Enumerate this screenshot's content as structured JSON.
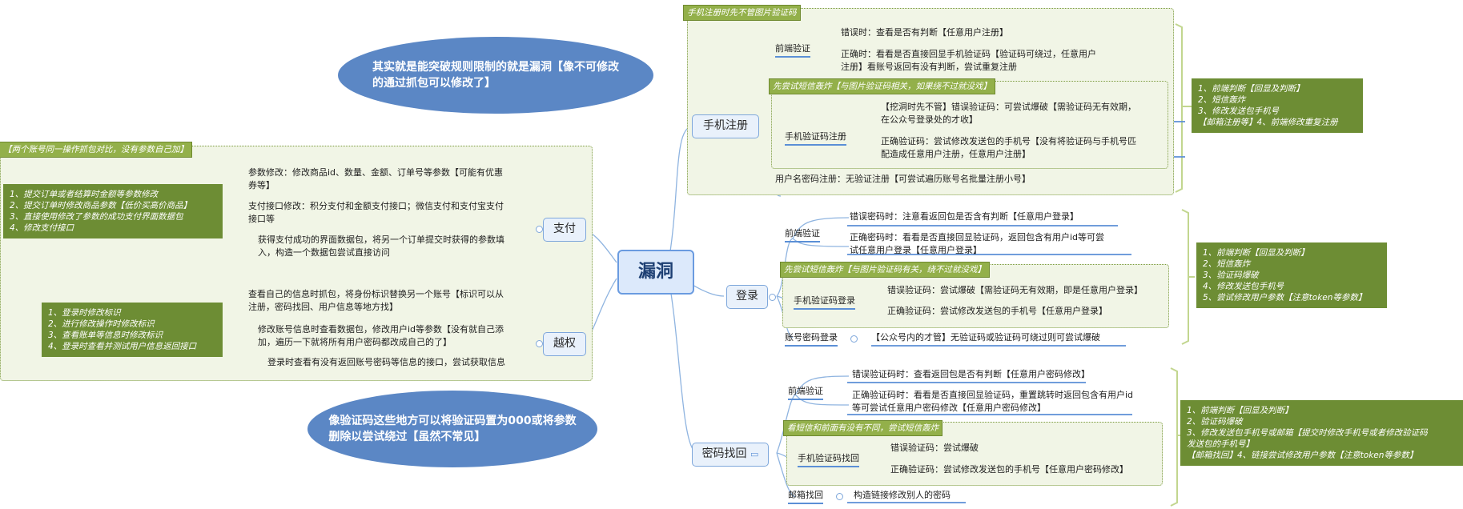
{
  "central": "漏洞",
  "notes": {
    "top": [
      "其实就是能突破规则限制的就是漏洞【像不可修改",
      "的通过抓包可以修改了】"
    ],
    "bottom": [
      "像验证码这些地方可以将验证码置为000或将参数",
      "删除以尝试绕过【虽然不常见】"
    ]
  },
  "register": {
    "group_title": "手机注册时先不管图片验证码",
    "branch": "手机注册",
    "frontend_label": "前端验证",
    "frontend_wrong": "错误时：查看是否有判断【任意用户注册】",
    "frontend_right": [
      "正确时：看看是否直接回显手机验证码【验证码可绕过，任意用户",
      "注册】看账号返回有没有判断，尝试重复注册"
    ],
    "sms_group_title": "先尝试短信轰炸【与图片验证码相关，如果绕不过就没戏】",
    "sms_label": "手机验证码注册",
    "sms_wrong": [
      "【挖洞时先不管】错误验证码：可尝试爆破【需验证码无有效期，",
      "在公众号登录处的才收】"
    ],
    "sms_right": [
      "正确验证码：尝试修改发送包的手机号【没有将验证码与手机号匹",
      "配造成任意用户注册，任意用户注册】"
    ],
    "username": "用户名密码注册：无验证注册【可尝试遍历账号名批量注册小号】",
    "summary": [
      "1、前端判断【回显及判断】",
      "2、短信轰炸",
      "3、修改发送包手机号",
      "【邮箱注册等】4、前端修改重复注册"
    ]
  },
  "login": {
    "branch": "登录",
    "frontend_label": "前端验证",
    "frontend_wrong": "错误密码时：注意看返回包是否含有判断【任意用户登录】",
    "frontend_right": [
      "正确密码时：看看是否直接回显验证码，返回包含有用户id等可尝",
      "试任意用户登录【任意用户登录】"
    ],
    "sms_group_title": "先尝试短信轰炸【与图片验证码有关，绕不过就没戏】",
    "sms_label": "手机验证码登录",
    "sms_wrong": "错误验证码：尝试爆破【需验证码无有效期，即是任意用户登录】",
    "sms_right": "正确验证码：尝试修改发送包的手机号【任意用户登录】",
    "account_label": "账号密码登录",
    "account_text": "【公众号内的才管】无验证码或验证码可绕过则可尝试爆破",
    "summary": [
      "1、前端判断【回显及判断】",
      "2、短信轰炸",
      "3、验证码爆破",
      "4、修改发送包手机号",
      "5、尝试修改用户参数【注意token等参数】"
    ]
  },
  "recover": {
    "branch": "密码找回",
    "frontend_label": "前端验证",
    "frontend_wrong": "错误验证码时：查看返回包是否有判断【任意用户密码修改】",
    "frontend_right": [
      "正确验证码时：看看是否直接回显验证码，重置跳转时返回包含有用户id",
      "等可尝试任意用户密码修改【任意用户密码修改】"
    ],
    "sms_group_title": "看短信和前面有没有不同，尝试短信轰炸",
    "sms_label": "手机验证码找回",
    "sms_wrong": "错误验证码：尝试爆破",
    "sms_right": "正确验证码：尝试修改发送包的手机号【任意用户密码修改】",
    "email_label": "邮箱找回",
    "email_text": "构造链接修改别人的密码",
    "summary": [
      "1、前端判断【回显及判断】",
      "2、验证码爆破",
      "3、修改发送包手机号或邮箱【提交时修改手机号或者修改验证码",
      "发送包的手机号】",
      "【邮箱找回】4、链接尝试修改用户参数【注意token等参数】"
    ]
  },
  "payment": {
    "group_title": "【两个账号同一操作抓包对比，没有参数自己加】",
    "branch": "支付",
    "item1": [
      "参数修改：修改商品id、数量、金额、订单号等参数【可能有优惠",
      "券等】"
    ],
    "item2": [
      "支付接口修改：积分支付和金额支付接口；微信支付和支付宝支付",
      "接口等"
    ],
    "item3": [
      "获得支付成功的界面数据包，将另一个订单提交时获得的参数填",
      "入，构造一个数据包尝试直接访问"
    ],
    "summary": [
      "1、提交订单或者结算时金额等参数修改",
      "2、提交订单时修改商品参数【低价买高价商品】",
      "3、直接使用修改了参数的成功支付界面数据包",
      "4、修改支付接口"
    ]
  },
  "privilege": {
    "branch": "越权",
    "item1": [
      "查看自己的信息时抓包，将身份标识替换另一个账号【标识可以从",
      "注册，密码找回、用户信息等地方找】"
    ],
    "item2": [
      "修改账号信息时查看数据包，修改用户id等参数【没有就自己添",
      "加，遍历一下就将所有用户密码都改成自己的了】"
    ],
    "item3": "登录时查看有没有返回账号密码等信息的接口，尝试获取信息",
    "summary": [
      "1、登录时修改标识",
      "2、进行修改操作时修改标识",
      "3、查看账单等信息时修改标识",
      "4、登录时查看并测试用户信息返回接口"
    ]
  }
}
